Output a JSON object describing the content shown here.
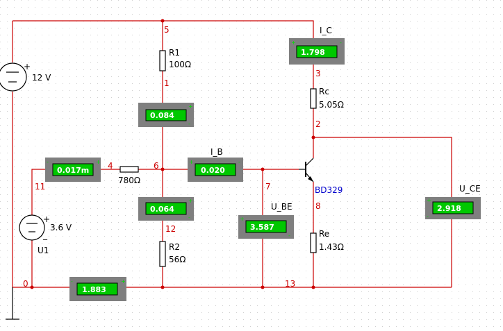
{
  "sources": {
    "main_voltage": "12 V",
    "base_voltage": "3.6 V",
    "base_source_name": "U1"
  },
  "components": {
    "r1_name": "R1",
    "r1_value": "100Ω",
    "r2_name": "R2",
    "r2_value": "56Ω",
    "rc_name": "Rc",
    "rc_value": "5.05Ω",
    "re_name": "Re",
    "re_value": "1.43Ω",
    "rb_value": "780Ω",
    "transistor": "BD329"
  },
  "meter_labels": {
    "ic": "I_C",
    "ib": "I_B",
    "ube": "U_BE",
    "uce": "U_CE"
  },
  "meters": {
    "ic": "1.798",
    "r1_current": "0.084",
    "ib": "0.020",
    "base_source_current": "0.017m",
    "r2_current": "0.064",
    "ube": "3.587",
    "uce": "2.918",
    "supply_current": "1.883"
  },
  "nodes": {
    "n0": "0",
    "n1": "1",
    "n2": "2",
    "n3": "3",
    "n4": "4",
    "n5": "5",
    "n6": "6",
    "n7": "7",
    "n8": "8",
    "n11": "11",
    "n12": "12",
    "n13": "13"
  },
  "colors": {
    "wire": "#cc0000",
    "meter_body": "#7f7f7f",
    "meter_screen": "#00c800",
    "background_dots": "#d0d0d0"
  }
}
